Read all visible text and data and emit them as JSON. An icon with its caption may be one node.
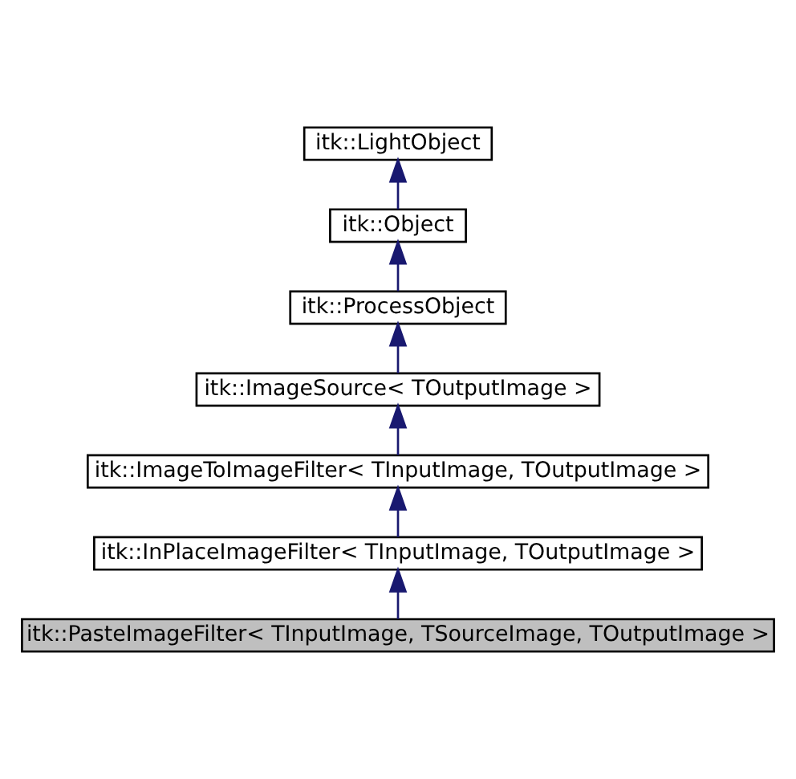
{
  "diagram": {
    "nodes": [
      {
        "text": [
          "itk::LightObject"
        ]
      },
      {
        "text": [
          "itk::Object"
        ]
      },
      {
        "text": [
          "itk::ProcessObject"
        ]
      },
      {
        "text": [
          "itk::ImageSource< TOutputImage >"
        ]
      },
      {
        "text": [
          "itk::ImageToImageFilter< TInputImage, TOutputImage >"
        ]
      },
      {
        "text": [
          "itk::InPlaceImageFilter< TInputImage, TOutputImage >"
        ]
      },
      {
        "text": [
          "itk::PasteImageFilter< TInputImage, TSourceImage, TOutputImage >"
        ]
      }
    ],
    "edges": [
      {
        "from": 1,
        "to": 0,
        "arrow": "to"
      },
      {
        "from": 2,
        "to": 1,
        "arrow": "to"
      },
      {
        "from": 3,
        "to": 2,
        "arrow": "to"
      },
      {
        "from": 4,
        "to": 3,
        "arrow": "to"
      },
      {
        "from": 5,
        "to": 4,
        "arrow": "to"
      },
      {
        "from": 6,
        "to": 5,
        "arrow": "to"
      }
    ]
  }
}
